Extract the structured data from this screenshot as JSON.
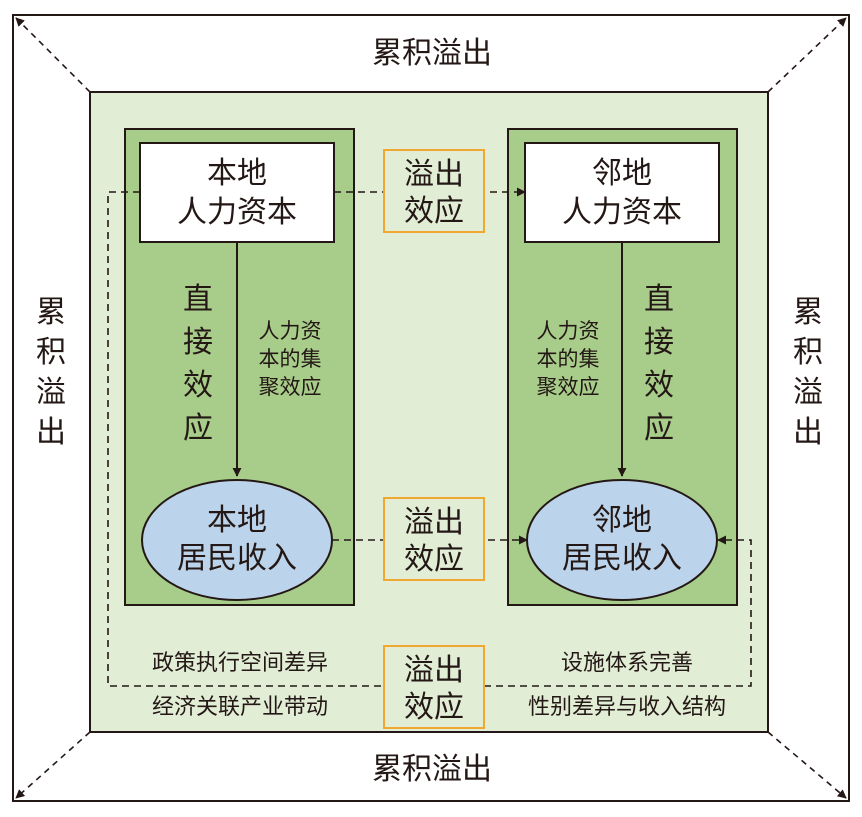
{
  "outer": {
    "top": "累积溢出",
    "bottom": "累积溢出",
    "left": [
      "累",
      "积",
      "溢",
      "出"
    ],
    "right": [
      "累",
      "积",
      "溢",
      "出"
    ]
  },
  "left_panel": {
    "capital": [
      "本地",
      "人力资本"
    ],
    "direct": [
      "直",
      "接",
      "效",
      "应"
    ],
    "agglomeration": [
      "人力资",
      "本的集",
      "聚效应"
    ],
    "income": [
      "本地",
      "居民收入"
    ]
  },
  "right_panel": {
    "capital": [
      "邻地",
      "人力资本"
    ],
    "direct": [
      "直",
      "接",
      "效",
      "应"
    ],
    "agglomeration": [
      "人力资",
      "本的集",
      "聚效应"
    ],
    "income": [
      "邻地",
      "居民收入"
    ]
  },
  "spillover_top": [
    "溢出",
    "效应"
  ],
  "spillover_middle": [
    "溢出",
    "效应"
  ],
  "spillover_bottom": [
    "溢出",
    "效应"
  ],
  "factors": {
    "left_1": "政策执行空间差异",
    "left_2": "经济关联产业带动",
    "right_1": "设施体系完善",
    "right_2": "性别差异与收入结构"
  },
  "colors": {
    "light_green": "#e2edd6",
    "dark_green": "#a8cc8a",
    "ellipse_blue": "#bcd4eb",
    "orange": "#f0a830",
    "ink": "#231815"
  }
}
